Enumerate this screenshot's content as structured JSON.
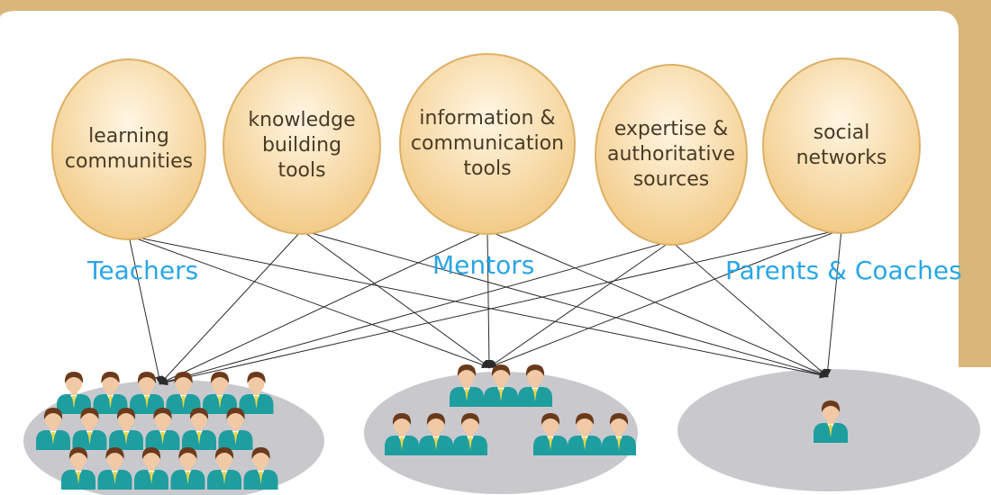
{
  "nodes": [
    {
      "id": "learning-communities",
      "label": "learning\ncommunities"
    },
    {
      "id": "knowledge-building-tools",
      "label": "knowledge\nbuilding\ntools"
    },
    {
      "id": "information-communication-tools",
      "label": "information &\ncommunication\ntools"
    },
    {
      "id": "expertise-authoritative-sources",
      "label": "expertise &\nauthoritative\nsources"
    },
    {
      "id": "social-networks",
      "label": "social\nnetworks"
    }
  ],
  "groups": [
    {
      "id": "teachers",
      "label": "Teachers",
      "people": 18
    },
    {
      "id": "mentors",
      "label": "Mentors",
      "people": 9
    },
    {
      "id": "parents-coaches",
      "label": "Parents & Coaches",
      "people": 1
    }
  ],
  "colors": {
    "frame": "#d9b67a",
    "panel": "#ffffff",
    "circle_fill_top": "#fff6e3",
    "circle_fill_bottom": "#f1c77f",
    "circle_stroke": "#ddb067",
    "ellipse": "#c9c8cc",
    "label_blue": "#2aa6e6",
    "person_body": "#1f9ea0",
    "person_hair": "#6b3a1c",
    "person_skin": "#f1c9a4",
    "person_tie": "#f0d642",
    "line": "#2b2b2b"
  },
  "icons": [
    "person-icon",
    "arrow-head-icon"
  ]
}
